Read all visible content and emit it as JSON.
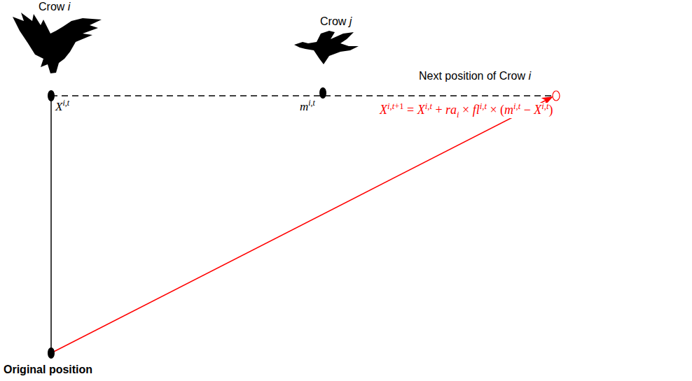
{
  "diagram": {
    "labels": [
      "Crow i",
      "Crow j",
      "Next position of Crow i",
      "Xi,t",
      "mi,t",
      "Xi,t+1 = Xi,t + rai × fli,t × (mi,t − Xi,t)",
      "Original position"
    ]
  }
}
